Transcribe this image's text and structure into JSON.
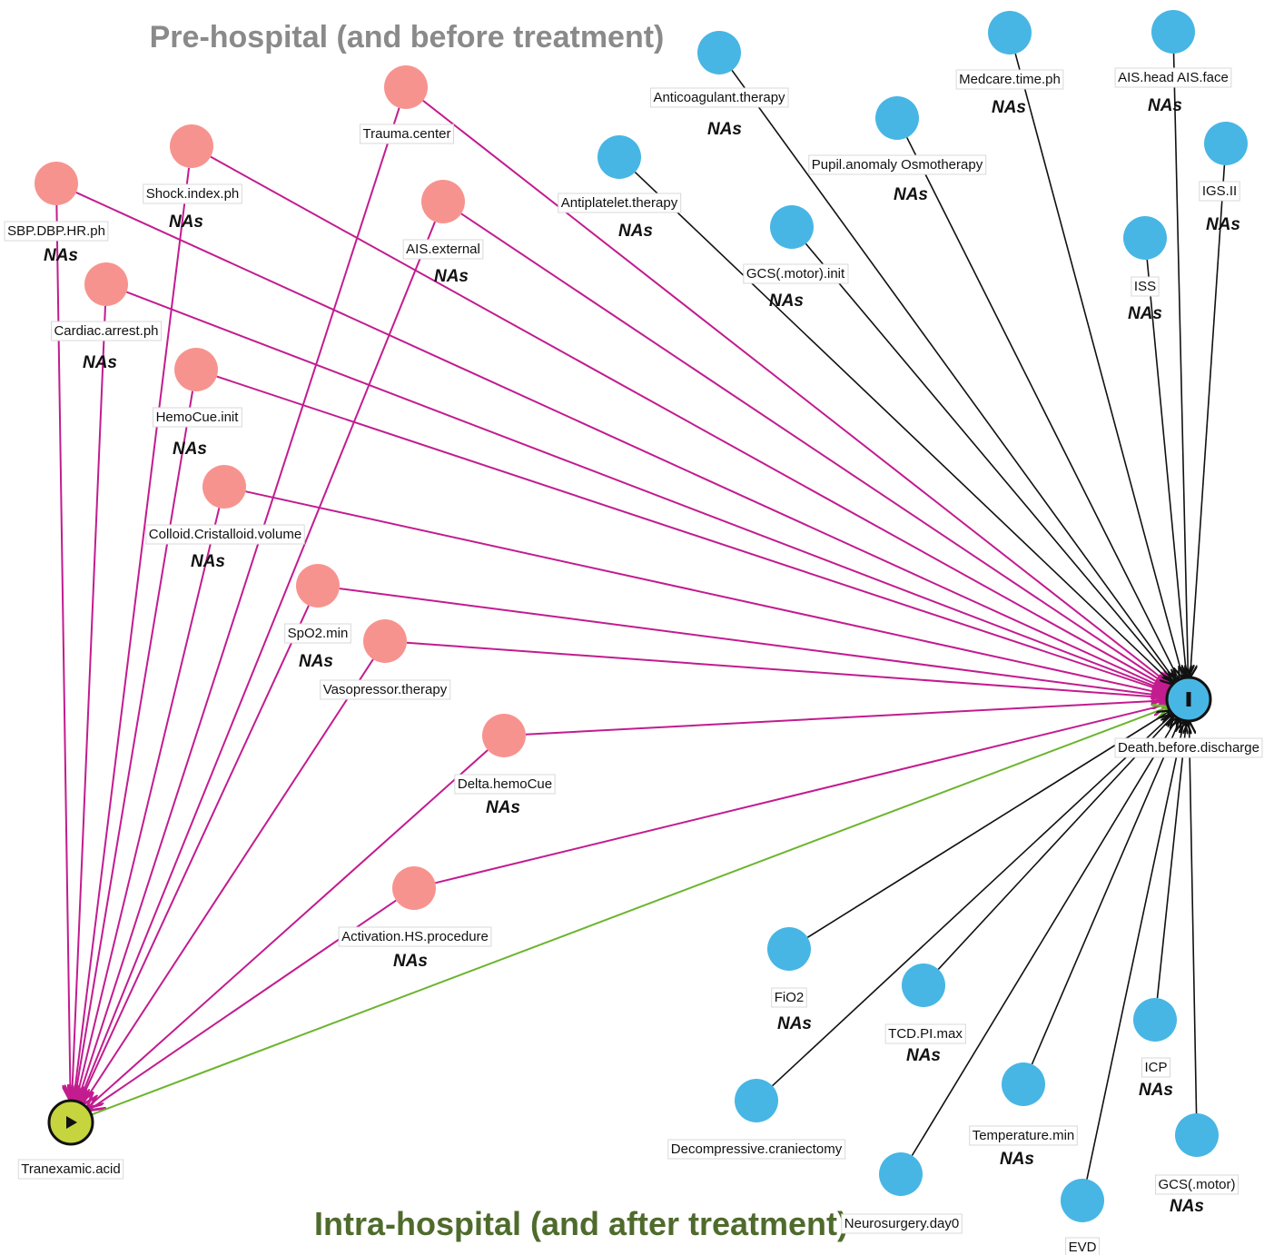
{
  "headers": {
    "pre": "Pre-hospital (and before treatment)",
    "intra": "Intra-hospital (and after treatment)"
  },
  "colors": {
    "confounder": "#f7938f",
    "outcome_ancestor": "#47b6e4",
    "exposure": "#c6d43e",
    "outcome": "#47b6e4",
    "confounder_edge": "#c21c8f",
    "outcome_edge": "#111111",
    "causal_edge": "#6bb52e"
  },
  "missing_note": "NAs",
  "nodes": [
    {
      "id": "trauma_center",
      "label": "Trauma.center",
      "kind": "confounder",
      "nas": false
    },
    {
      "id": "shock_index",
      "label": "Shock.index.ph",
      "kind": "confounder",
      "nas": true
    },
    {
      "id": "sbp",
      "label": "SBP.DBP.HR.ph",
      "kind": "confounder",
      "nas": true
    },
    {
      "id": "ais_external",
      "label": "AIS.external",
      "kind": "confounder",
      "nas": true
    },
    {
      "id": "cardiac_arrest",
      "label": "Cardiac.arrest.ph",
      "kind": "confounder",
      "nas": true
    },
    {
      "id": "hemocue_init",
      "label": "HemoCue.init",
      "kind": "confounder",
      "nas": true
    },
    {
      "id": "colloid",
      "label": "Colloid.Cristalloid.volume",
      "kind": "confounder",
      "nas": true
    },
    {
      "id": "spo2",
      "label": "SpO2.min",
      "kind": "confounder",
      "nas": true
    },
    {
      "id": "vasopressor",
      "label": "Vasopressor.therapy",
      "kind": "confounder",
      "nas": false
    },
    {
      "id": "delta_hemocue",
      "label": "Delta.hemoCue",
      "kind": "confounder",
      "nas": true
    },
    {
      "id": "activation_hs",
      "label": "Activation.HS.procedure",
      "kind": "confounder",
      "nas": true
    },
    {
      "id": "anticoag",
      "label": "Anticoagulant.therapy",
      "kind": "outcome_ancestor",
      "nas": true
    },
    {
      "id": "antiplatelet",
      "label": "Antiplatelet.therapy",
      "kind": "outcome_ancestor",
      "nas": true
    },
    {
      "id": "medcare",
      "label": "Medcare.time.ph",
      "kind": "outcome_ancestor",
      "nas": true
    },
    {
      "id": "ais_head",
      "label": "AIS.head AIS.face",
      "kind": "outcome_ancestor",
      "nas": true
    },
    {
      "id": "pupil",
      "label": "Pupil.anomaly Osmotherapy",
      "kind": "outcome_ancestor",
      "nas": true
    },
    {
      "id": "igs",
      "label": "IGS.II",
      "kind": "outcome_ancestor",
      "nas": true
    },
    {
      "id": "gcs_motor_init",
      "label": "GCS(.motor).init",
      "kind": "outcome_ancestor",
      "nas": true
    },
    {
      "id": "iss",
      "label": "ISS",
      "kind": "outcome_ancestor",
      "nas": true
    },
    {
      "id": "fio2",
      "label": "FiO2",
      "kind": "outcome_ancestor",
      "nas": true
    },
    {
      "id": "tcd",
      "label": "TCD.PI.max",
      "kind": "outcome_ancestor",
      "nas": true
    },
    {
      "id": "icp",
      "label": "ICP",
      "kind": "outcome_ancestor",
      "nas": true
    },
    {
      "id": "decomp",
      "label": "Decompressive.craniectomy",
      "kind": "outcome_ancestor",
      "nas": false
    },
    {
      "id": "temperature",
      "label": "Temperature.min",
      "kind": "outcome_ancestor",
      "nas": true
    },
    {
      "id": "gcs_motor",
      "label": "GCS(.motor)",
      "kind": "outcome_ancestor",
      "nas": true
    },
    {
      "id": "neurosurgery",
      "label": "Neurosurgery.day0",
      "kind": "outcome_ancestor",
      "nas": false
    },
    {
      "id": "evd",
      "label": "EVD",
      "kind": "outcome_ancestor",
      "nas": false
    },
    {
      "id": "death",
      "label": "Death.before.discharge",
      "kind": "outcome",
      "nas": false
    },
    {
      "id": "tranexamic",
      "label": "Tranexamic.acid",
      "kind": "exposure",
      "nas": false
    }
  ],
  "edges": [
    {
      "from": "trauma_center",
      "to": "death",
      "kind": "confounder_edge"
    },
    {
      "from": "trauma_center",
      "to": "tranexamic",
      "kind": "confounder_edge"
    },
    {
      "from": "shock_index",
      "to": "death",
      "kind": "confounder_edge"
    },
    {
      "from": "shock_index",
      "to": "tranexamic",
      "kind": "confounder_edge"
    },
    {
      "from": "sbp",
      "to": "death",
      "kind": "confounder_edge"
    },
    {
      "from": "sbp",
      "to": "tranexamic",
      "kind": "confounder_edge"
    },
    {
      "from": "ais_external",
      "to": "death",
      "kind": "confounder_edge"
    },
    {
      "from": "ais_external",
      "to": "tranexamic",
      "kind": "confounder_edge"
    },
    {
      "from": "cardiac_arrest",
      "to": "death",
      "kind": "confounder_edge"
    },
    {
      "from": "cardiac_arrest",
      "to": "tranexamic",
      "kind": "confounder_edge"
    },
    {
      "from": "hemocue_init",
      "to": "death",
      "kind": "confounder_edge"
    },
    {
      "from": "hemocue_init",
      "to": "tranexamic",
      "kind": "confounder_edge"
    },
    {
      "from": "colloid",
      "to": "death",
      "kind": "confounder_edge"
    },
    {
      "from": "colloid",
      "to": "tranexamic",
      "kind": "confounder_edge"
    },
    {
      "from": "spo2",
      "to": "death",
      "kind": "confounder_edge"
    },
    {
      "from": "spo2",
      "to": "tranexamic",
      "kind": "confounder_edge"
    },
    {
      "from": "vasopressor",
      "to": "death",
      "kind": "confounder_edge"
    },
    {
      "from": "vasopressor",
      "to": "tranexamic",
      "kind": "confounder_edge"
    },
    {
      "from": "delta_hemocue",
      "to": "death",
      "kind": "confounder_edge"
    },
    {
      "from": "delta_hemocue",
      "to": "tranexamic",
      "kind": "confounder_edge"
    },
    {
      "from": "activation_hs",
      "to": "death",
      "kind": "confounder_edge"
    },
    {
      "from": "activation_hs",
      "to": "tranexamic",
      "kind": "confounder_edge"
    },
    {
      "from": "tranexamic",
      "to": "death",
      "kind": "causal_edge"
    },
    {
      "from": "anticoag",
      "to": "death",
      "kind": "outcome_edge"
    },
    {
      "from": "antiplatelet",
      "to": "death",
      "kind": "outcome_edge"
    },
    {
      "from": "medcare",
      "to": "death",
      "kind": "outcome_edge"
    },
    {
      "from": "ais_head",
      "to": "death",
      "kind": "outcome_edge"
    },
    {
      "from": "pupil",
      "to": "death",
      "kind": "outcome_edge"
    },
    {
      "from": "igs",
      "to": "death",
      "kind": "outcome_edge"
    },
    {
      "from": "gcs_motor_init",
      "to": "death",
      "kind": "outcome_edge"
    },
    {
      "from": "iss",
      "to": "death",
      "kind": "outcome_edge"
    },
    {
      "from": "fio2",
      "to": "death",
      "kind": "outcome_edge"
    },
    {
      "from": "tcd",
      "to": "death",
      "kind": "outcome_edge"
    },
    {
      "from": "icp",
      "to": "death",
      "kind": "outcome_edge"
    },
    {
      "from": "decomp",
      "to": "death",
      "kind": "outcome_edge"
    },
    {
      "from": "temperature",
      "to": "death",
      "kind": "outcome_edge"
    },
    {
      "from": "gcs_motor",
      "to": "death",
      "kind": "outcome_edge"
    },
    {
      "from": "neurosurgery",
      "to": "death",
      "kind": "outcome_edge"
    },
    {
      "from": "evd",
      "to": "death",
      "kind": "outcome_edge"
    }
  ]
}
